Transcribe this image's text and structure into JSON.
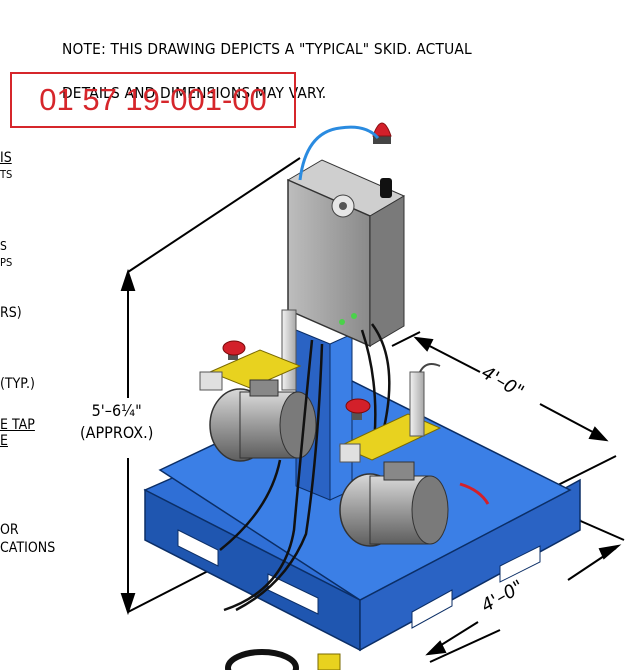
{
  "note": {
    "line1": "NOTE: THIS DRAWING DEPICTS A \"TYPICAL\" SKID.  ACTUAL",
    "line2": "DETAILS AND DIMENSIONS MAY VARY."
  },
  "drawing_number": "01 57 19-001-00",
  "left_labels": [
    "IS",
    "TS",
    "S",
    "PS",
    "RS)",
    "(TYP.)",
    "E TAP",
    "E",
    "OR",
    "CATIONS"
  ],
  "dimensions": {
    "height_value": "5'–6¼\"",
    "height_note": "(APPROX.)",
    "depth": "4'–0\"",
    "width": "4'–0\""
  },
  "colors": {
    "stamp": "#d6262b",
    "skid": "#2f6fd6",
    "panel": "#9a9a9a",
    "motor": "#8c8c8c",
    "valve_yellow": "#e8d21f",
    "valve_red": "#d3202a"
  }
}
